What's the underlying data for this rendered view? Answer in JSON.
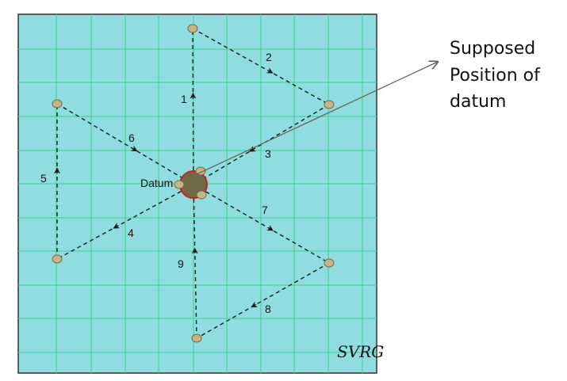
{
  "colors": {
    "board": "#8fdde0",
    "grid": "#38d38c",
    "border": "#333333",
    "path": "#1a1a1a",
    "node_fill": "#c6b585",
    "node_stroke": "#7a6a44",
    "datum_fill": "#6e6a47",
    "datum_stroke": "#cc1f1f",
    "leader": "#666650"
  },
  "diagram": {
    "datum_label": "Datum",
    "signature": "SVRG",
    "callout_lines": [
      "Supposed",
      "Position of",
      "datum"
    ],
    "steps": [
      {
        "label": "1"
      },
      {
        "label": "2"
      },
      {
        "label": "3"
      },
      {
        "label": "4"
      },
      {
        "label": "5"
      },
      {
        "label": "6"
      },
      {
        "label": "7"
      },
      {
        "label": "8"
      },
      {
        "label": "9"
      }
    ]
  }
}
